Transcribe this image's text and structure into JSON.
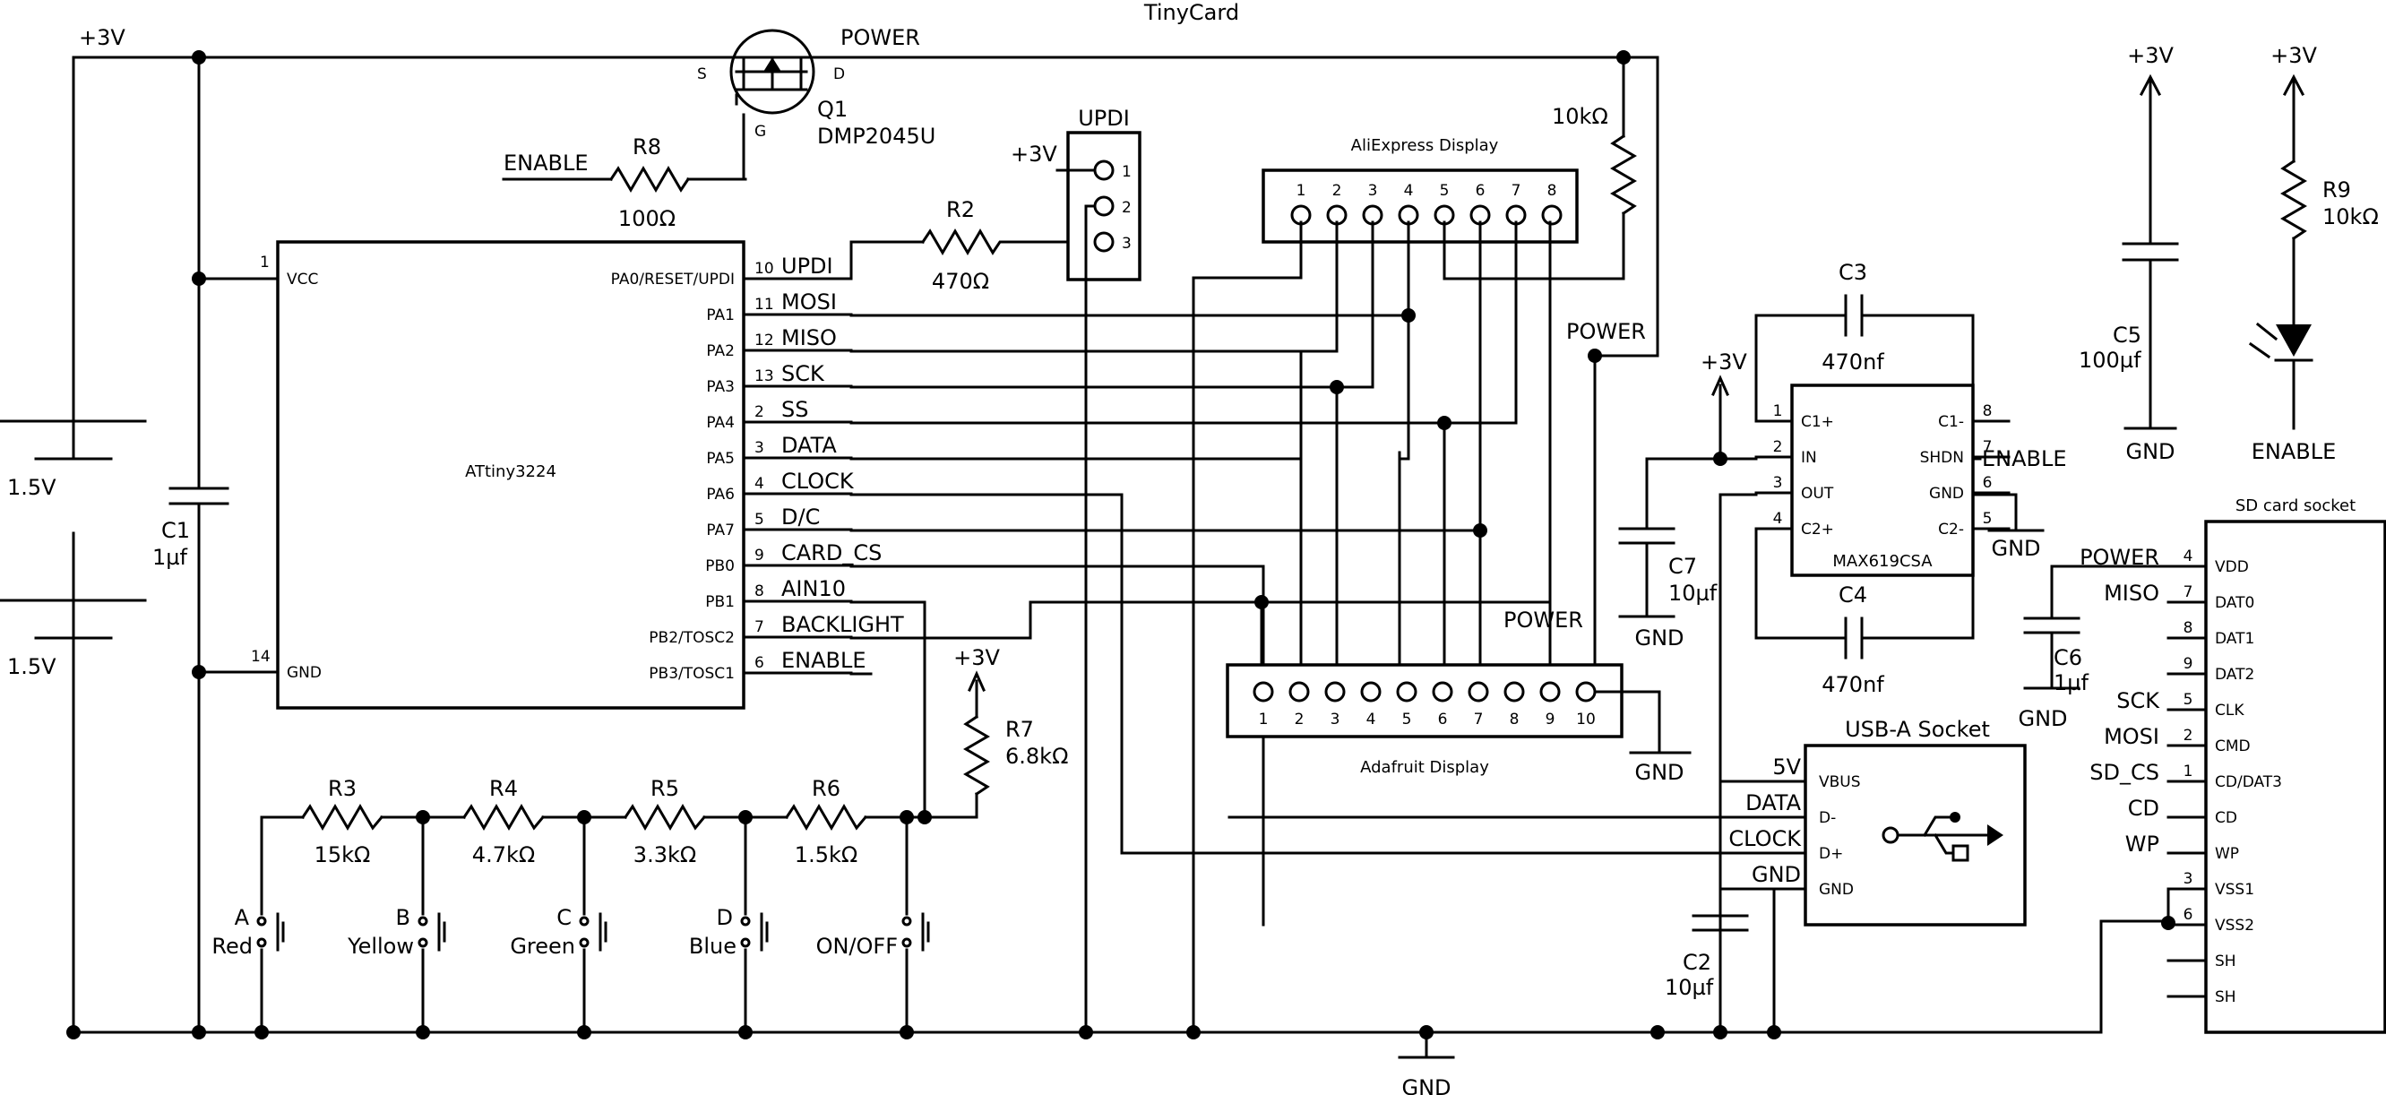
{
  "title": "TinyCard",
  "rails": {
    "vplus": "+3V",
    "gnd": "GND"
  },
  "battery": {
    "cell1": "1.5V",
    "cell2": "1.5V"
  },
  "c1": {
    "name": "C1",
    "value": "1µf"
  },
  "mcu": {
    "name": "ATtiny3224",
    "vcc_label": "VCC",
    "vcc_pin": "1",
    "gnd_label": "GND",
    "gnd_pin": "14",
    "right_pins": [
      {
        "port": "PA0/RESET/UPDI",
        "num": "10",
        "net": "UPDI"
      },
      {
        "port": "PA1",
        "num": "11",
        "net": "MOSI"
      },
      {
        "port": "PA2",
        "num": "12",
        "net": "MISO"
      },
      {
        "port": "PA3",
        "num": "13",
        "net": "SCK"
      },
      {
        "port": "PA4",
        "num": "2",
        "net": "SS"
      },
      {
        "port": "PA5",
        "num": "3",
        "net": "DATA"
      },
      {
        "port": "PA6",
        "num": "4",
        "net": "CLOCK"
      },
      {
        "port": "PA7",
        "num": "5",
        "net": "D/C"
      },
      {
        "port": "PB0",
        "num": "9",
        "net": "CARD_CS"
      },
      {
        "port": "PB1",
        "num": "8",
        "net": "AIN10"
      },
      {
        "port": "PB2/TOSC2",
        "num": "7",
        "net": "BACKLIGHT"
      },
      {
        "port": "PB3/TOSC1",
        "num": "6",
        "net": "ENABLE"
      }
    ]
  },
  "q1": {
    "name": "Q1",
    "part": "DMP2045U",
    "net": "POWER",
    "s": "S",
    "d": "D",
    "g": "G"
  },
  "r8": {
    "name": "R8",
    "value": "100Ω",
    "net": "ENABLE"
  },
  "updi": {
    "title": "UPDI",
    "vplus": "+3V",
    "pins": [
      "1",
      "2",
      "3"
    ]
  },
  "r2": {
    "name": "R2",
    "value": "470Ω"
  },
  "r_pullup": {
    "value": "10kΩ"
  },
  "ali": {
    "title": "AliExpress Display",
    "pins": [
      "1",
      "2",
      "3",
      "4",
      "5",
      "6",
      "7",
      "8"
    ]
  },
  "ada": {
    "title": "Adafruit Display",
    "pins": [
      "1",
      "2",
      "3",
      "4",
      "5",
      "6",
      "7",
      "8",
      "9",
      "10"
    ],
    "power": "POWER",
    "gnd": "GND"
  },
  "power_label": "POWER",
  "max619": {
    "name": "MAX619CSA",
    "vplus": "+3V",
    "enable": "ENABLE",
    "gnd": "GND",
    "left_pins": [
      {
        "num": "1",
        "label": "C1+"
      },
      {
        "num": "2",
        "label": "IN"
      },
      {
        "num": "3",
        "label": "OUT"
      },
      {
        "num": "4",
        "label": "C2+"
      }
    ],
    "right_pins": [
      {
        "num": "8",
        "label": "C1-"
      },
      {
        "num": "7",
        "label": "SHDN"
      },
      {
        "num": "6",
        "label": "GND"
      },
      {
        "num": "5",
        "label": "C2-"
      }
    ]
  },
  "c3": {
    "name": "C3",
    "value": "470nf"
  },
  "c4": {
    "name": "C4",
    "value": "470nf"
  },
  "c7": {
    "name": "C7",
    "value": "10µf",
    "gnd": "GND"
  },
  "c2": {
    "name": "C2",
    "value": "10µf"
  },
  "c5": {
    "name": "C5",
    "value": "100µf",
    "vplus": "+3V",
    "gnd": "GND"
  },
  "r9": {
    "name": "R9",
    "value": "10kΩ",
    "vplus": "+3V",
    "net": "ENABLE"
  },
  "r7": {
    "name": "R7",
    "value": "6.8kΩ",
    "vplus": "+3V"
  },
  "ladder": [
    {
      "name": "R3",
      "value": "15kΩ"
    },
    {
      "name": "R4",
      "value": "4.7kΩ"
    },
    {
      "name": "R5",
      "value": "3.3kΩ"
    },
    {
      "name": "R6",
      "value": "1.5kΩ"
    }
  ],
  "buttons": [
    {
      "letter": "A",
      "color": "Red"
    },
    {
      "letter": "B",
      "color": "Yellow"
    },
    {
      "letter": "C",
      "color": "Green"
    },
    {
      "letter": "D",
      "color": "Blue"
    },
    {
      "letter": "",
      "color": "ON/OFF"
    }
  ],
  "usb": {
    "title": "USB-A Socket",
    "pins": [
      {
        "net": "5V",
        "label": "VBUS"
      },
      {
        "net": "DATA",
        "label": "D-"
      },
      {
        "net": "CLOCK",
        "label": "D+"
      },
      {
        "net": "GND",
        "label": "GND"
      }
    ]
  },
  "sd": {
    "title": "SD card socket",
    "c6": {
      "name": "C6",
      "value": "1µf",
      "gnd": "GND"
    },
    "pins": [
      {
        "net": "POWER",
        "num": "4",
        "label": "VDD"
      },
      {
        "net": "MISO",
        "num": "7",
        "label": "DAT0"
      },
      {
        "net": "",
        "num": "8",
        "label": "DAT1"
      },
      {
        "net": "",
        "num": "9",
        "label": "DAT2"
      },
      {
        "net": "SCK",
        "num": "5",
        "label": "CLK"
      },
      {
        "net": "MOSI",
        "num": "2",
        "label": "CMD"
      },
      {
        "net": "SD_CS",
        "num": "1",
        "label": "CD/DAT3"
      },
      {
        "net": "CD",
        "num": "",
        "label": "CD"
      },
      {
        "net": "WP",
        "num": "",
        "label": "WP"
      },
      {
        "net": "",
        "num": "3",
        "label": "VSS1"
      },
      {
        "net": "",
        "num": "6",
        "label": "VSS2"
      },
      {
        "net": "",
        "num": "",
        "label": "SH"
      },
      {
        "net": "",
        "num": "",
        "label": "SH"
      }
    ]
  }
}
